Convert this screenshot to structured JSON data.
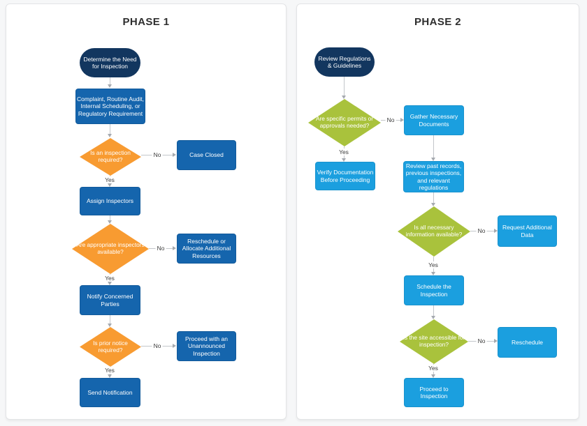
{
  "labels": {
    "yes": "Yes",
    "no": "No"
  },
  "colors": {
    "terminator": "#12365f",
    "process_phase1": "#1565ad",
    "process_phase2": "#1b9fdf",
    "decision_phase1": "#f89b31",
    "decision_phase2": "#a9c23c",
    "connector": "#c3c6ca"
  },
  "phase1": {
    "title": "PHASE 1",
    "nodes": [
      {
        "id": "determine-need",
        "type": "terminator",
        "label": "Determine the Need for Inspection"
      },
      {
        "id": "trigger-sources",
        "type": "process",
        "label": "Complaint, Routine Audit, Internal Scheduling, or Regulatory Requirement"
      },
      {
        "id": "q-inspection-required",
        "type": "decision",
        "label": "Is an inspection required?"
      },
      {
        "id": "case-closed",
        "type": "process",
        "label": "Case Closed"
      },
      {
        "id": "assign-inspectors",
        "type": "process",
        "label": "Assign Inspectors"
      },
      {
        "id": "q-inspectors-available",
        "type": "decision",
        "label": "Are appropriate inspectors available?"
      },
      {
        "id": "reschedule-or-allocate",
        "type": "process",
        "label": "Reschedule or Allocate Additional Resources"
      },
      {
        "id": "notify-parties",
        "type": "process",
        "label": "Notify Concerned Parties"
      },
      {
        "id": "q-prior-notice",
        "type": "decision",
        "label": "Is prior notice required?"
      },
      {
        "id": "unannounced-inspection",
        "type": "process",
        "label": "Proceed with an Unannounced Inspection"
      },
      {
        "id": "send-notification",
        "type": "process",
        "label": "Send Notification"
      }
    ]
  },
  "phase2": {
    "title": "PHASE 2",
    "nodes": [
      {
        "id": "review-regulations",
        "type": "terminator",
        "label": "Review Regulations & Guidelines"
      },
      {
        "id": "q-permits-needed",
        "type": "decision",
        "label": "Are specific permits or approvals needed?"
      },
      {
        "id": "gather-documents",
        "type": "process",
        "label": "Gather Necessary Documents"
      },
      {
        "id": "verify-documentation",
        "type": "process",
        "label": "Verify Documentation Before Proceeding"
      },
      {
        "id": "review-past-records",
        "type": "process",
        "label": "Review past records, previous inspections, and relevant regulations"
      },
      {
        "id": "q-information-available",
        "type": "decision",
        "label": "Is all necessary information available?"
      },
      {
        "id": "request-additional-data",
        "type": "process",
        "label": "Request Additional Data"
      },
      {
        "id": "schedule-inspection",
        "type": "process",
        "label": "Schedule the Inspection"
      },
      {
        "id": "q-site-accessible",
        "type": "decision",
        "label": "Is the site accessible for inspection?"
      },
      {
        "id": "reschedule",
        "type": "process",
        "label": "Reschedule"
      },
      {
        "id": "proceed-to-inspection",
        "type": "process",
        "label": "Proceed to Inspection"
      }
    ]
  }
}
